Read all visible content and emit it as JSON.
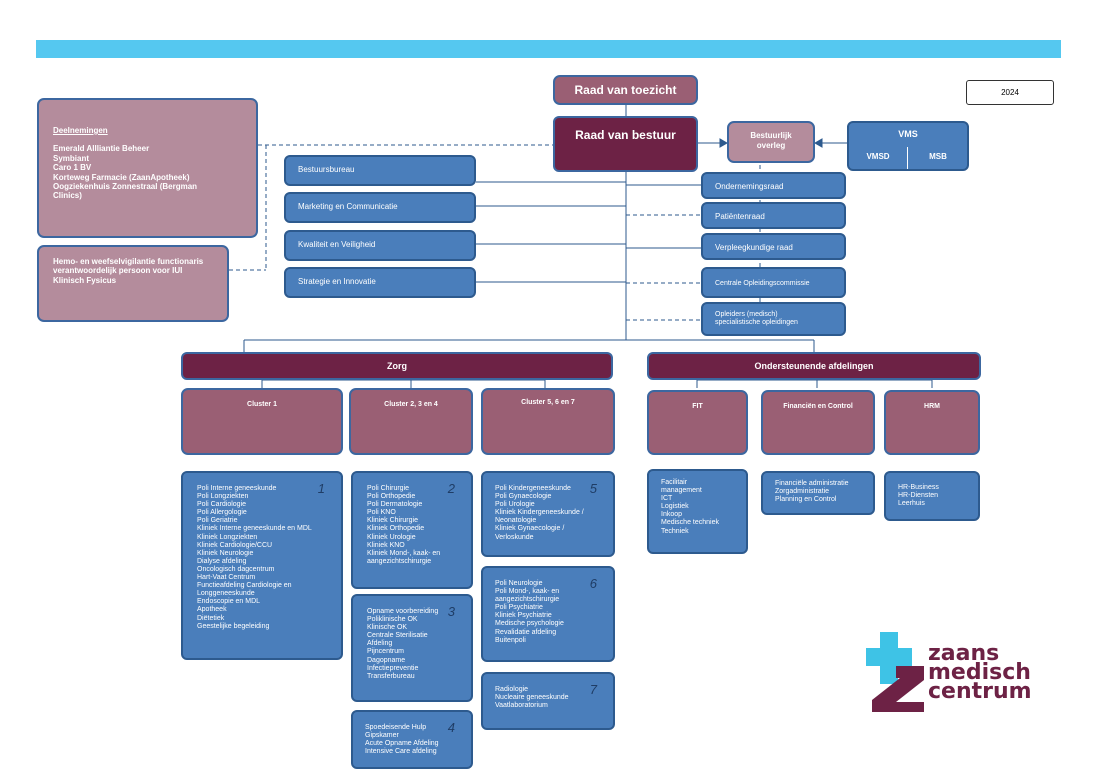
{
  "year": "2024",
  "top": {
    "raad_toezicht": "Raad van toezicht",
    "raad_bestuur": "Raad van bestuur",
    "bestuurlijk_overleg": "Bestuurlijk\noverleg",
    "vms": "VMS",
    "vmsd": "VMSD",
    "msb": "MSB"
  },
  "deelnemingen": {
    "title": "Deelnemingen",
    "items": "Emerald Allliantie Beheer\nSymbiant\nCaro 1 BV\nKorteweg Farmacie (ZaanApotheek)\nOogziekenhuis Zonnestraal (Bergman\nClinics)"
  },
  "hemo": "Hemo- en weefselvigilantie functionaris\nverantwoordelijk persoon voor IUI\nKlinisch Fysicus",
  "staff": {
    "bestuursbureau": "Bestuursbureau",
    "marketing": "Marketing en Communicatie",
    "kwaliteit": "Kwaliteit en Veiligheid",
    "strategie": "Strategie en Innovatie"
  },
  "councils": {
    "or": "Ondernemingsraad",
    "pr": "Patiëntenraad",
    "vr": "Verpleegkundige raad",
    "coc": "Centrale Opleidingscommissie",
    "opleiders": "Opleiders (medisch)\nspecialistische opleidingen"
  },
  "divisions": {
    "zorg": "Zorg",
    "ondersteunend": "Ondersteunende afdelingen"
  },
  "clusters": {
    "c1": "Cluster 1",
    "c234": "Cluster 2, 3 en 4",
    "c567": "Cluster 5, 6 en 7",
    "fit": "FIT",
    "fc": "Financiën en Control",
    "hrm": "HRM"
  },
  "units": {
    "u1": {
      "num": "1",
      "text": "Poli Interne geneeskunde\nPoli Longziekten\nPoli Cardiologie\nPoli Allergologie\nPoli Geriatrie\nKliniek Interne geneeskunde en MDL\nKliniek Longziekten\nKliniek Cardiologie/CCU\nKliniek Neurologie\nDialyse afdeling\nOncologisch dagcentrum\nHart-Vaat Centrum\nFunctieafdeling Cardiologie en\nLonggeneeskunde\nEndoscopie en MDL\nApotheek\nDiëtetiek\nGeestelijke begeleiding"
    },
    "u2": {
      "num": "2",
      "text": "Poli Chirurgie\nPoli Orthopedie\nPoli Dermatologie\nPoli KNO\nKliniek Chirurgie\nKliniek Orthopedie\nKliniek Urologie\nKliniek KNO\nKliniek Mond-, kaak- en\naangezichtschirurgie"
    },
    "u3": {
      "num": "3",
      "text": "Opname voorbereiding\nPoliklinische OK\nKlinische OK\nCentrale Sterilisatie\nAfdeling\nPijncentrum\nDagopname\nInfectiepreventie\nTransferbureau"
    },
    "u4": {
      "num": "4",
      "text": "Spoedeisende Hulp\nGipskamer\nAcute Opname Afdeling\nIntensive Care afdeling"
    },
    "u5": {
      "num": "5",
      "text": "Poli Kindergeneeskunde\nPoli Gynaecologie\nPoli Urologie\nKliniek Kindergeneeskunde /\nNeonatologie\nKliniek Gynaecologie /\nVerloskunde"
    },
    "u6": {
      "num": "6",
      "text": "Poli Neurologie\nPoli Mond-, kaak- en\naangezichtschirurgie\nPoli Psychiatrie\nKliniek Psychiatrie\nMedische psychologie\nRevalidatie afdeling\nBuitenpoli"
    },
    "u7": {
      "num": "7",
      "text": "Radiologie\nNucleaire geneeskunde\nVaatlaboratorium"
    },
    "fit": "Facilitair\nmanagement\nICT\nLogistiek\nInkoop\nMedische techniek\nTechniek",
    "fc": "Financiële administratie\nZorgadministratie\nPlanning en Control",
    "hrm": "HR-Business\nHR-Diensten\nLeerhuis"
  },
  "logo": {
    "line1": "zaans",
    "line2": "medisch",
    "line3": "centrum"
  },
  "colors": {
    "accent_bar": "#55c8f0",
    "box_blue": "#4a7ebb",
    "plum": "#6d2245",
    "mauve": "#b48c9c",
    "logo_cyan": "#3ec3e6",
    "logo_plum": "#6d2245"
  }
}
